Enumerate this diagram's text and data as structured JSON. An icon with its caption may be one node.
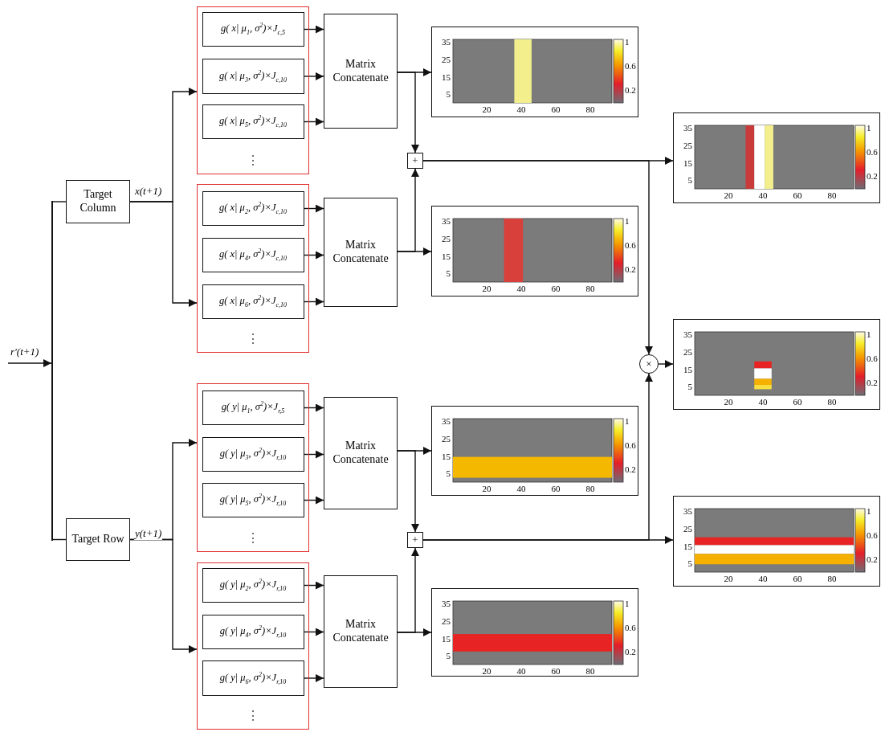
{
  "diagram": {
    "nodes": [
      {
        "text": [
          "Target Column"
        ]
      },
      {
        "text": [
          "Target Row"
        ]
      },
      {
        "text": [
          "⋮"
        ]
      },
      {
        "text": [
          "g( x| μ$_{1}$, σ$^{2}$)×J$_{c,5}$"
        ],
        "in": 2
      },
      {
        "text": [
          "g( x| μ$_{3}$, σ$^{2}$)×J$_{c,10}$"
        ],
        "in": 2
      },
      {
        "text": [
          "g( x| μ$_{5}$, σ$^{2}$)×J$_{c,10}$"
        ],
        "in": 2
      },
      {
        "text": [
          "⋮"
        ]
      },
      {
        "text": [
          "g( x| μ$_{2}$, σ$^{2}$)×J$_{c,10}$"
        ],
        "in": 6
      },
      {
        "text": [
          "g( x| μ$_{4}$, σ$^{2}$)×J$_{c,10}$"
        ],
        "in": 6
      },
      {
        "text": [
          "g( x| μ$_{6}$, σ$^{2}$)×J$_{c,10}$"
        ],
        "in": 6
      },
      {
        "text": [
          "Matrix Concatenate"
        ]
      },
      {
        "text": [
          "Matrix Concatenate"
        ]
      },
      {
        "text": [
          "35",
          "25",
          "15",
          "5",
          "20",
          "40",
          "60",
          "80",
          "1",
          "0.6",
          "0.2"
        ]
      },
      {
        "text": [
          "35",
          "25",
          "15",
          "5",
          "20",
          "40",
          "60",
          "80",
          "1",
          "0.6",
          "0.2"
        ]
      },
      {
        "text": [
          "+"
        ]
      },
      {
        "text": [
          "35",
          "25",
          "15",
          "5",
          "20",
          "40",
          "60",
          "80",
          "1",
          "0.6",
          "0.2"
        ]
      },
      {
        "text": [
          "×"
        ]
      },
      {
        "text": [
          "35",
          "25",
          "15",
          "5",
          "20",
          "40",
          "60",
          "80",
          "1",
          "0.6",
          "0.2"
        ]
      },
      {
        "text": [
          "⋮"
        ]
      },
      {
        "text": [
          "g( y| μ$_{1}$, σ$^{2}$)×J$_{r,5}$"
        ],
        "in": 18
      },
      {
        "text": [
          "g( y| μ$_{3}$, σ$^{2}$)×J$_{r,10}$"
        ],
        "in": 18
      },
      {
        "text": [
          "g( y| μ$_{5}$, σ$^{2}$)×J$_{r,10}$"
        ],
        "in": 18
      },
      {
        "text": [
          "⋮"
        ]
      },
      {
        "text": [
          "g( y| μ$_{2}$, σ$^{2}$)×J$_{r,10}$"
        ],
        "in": 22
      },
      {
        "text": [
          "g( y| μ$_{4}$, σ$^{2}$)×J$_{r,10}$"
        ],
        "in": 22
      },
      {
        "text": [
          "g( y| μ$_{6}$, σ$^{2}$)×J$_{r,10}$"
        ],
        "in": 22
      },
      {
        "text": [
          "Matrix Concatenate"
        ]
      },
      {
        "text": [
          "Matrix Concatenate"
        ]
      },
      {
        "text": [
          "35",
          "25",
          "15",
          "5",
          "20",
          "40",
          "60",
          "80",
          "1",
          "0.6",
          "0.2"
        ]
      },
      {
        "text": [
          "35",
          "25",
          "15",
          "5",
          "20",
          "40",
          "60",
          "80",
          "1",
          "0.6",
          "0.2"
        ]
      },
      {
        "text": [
          "+"
        ]
      },
      {
        "text": [
          "35",
          "25",
          "15",
          "5",
          "20",
          "40",
          "60",
          "80",
          "1",
          "0.6",
          "0.2"
        ]
      },
      {
        "text": [],
        "shape": "bar"
      }
    ],
    "edges": [
      {
        "from": null,
        "to": 32,
        "arrow": "to",
        "label": "r'(t+1)"
      },
      {
        "from": 32,
        "to": 0,
        "arrow": "none"
      },
      {
        "from": 0,
        "to": 2,
        "arrow": "to",
        "label": "x(t+1)"
      },
      {
        "from": 0,
        "to": 6,
        "arrow": "to"
      },
      {
        "from": 1,
        "to": 18,
        "arrow": "to",
        "label": "y(t+1)"
      },
      {
        "from": 1,
        "to": 22,
        "arrow": "to"
      },
      {
        "from": 3,
        "to": 10,
        "arrow": "to"
      },
      {
        "from": 4,
        "to": 10,
        "arrow": "to"
      },
      {
        "from": 5,
        "to": 10,
        "arrow": "to"
      },
      {
        "from": 7,
        "to": 11,
        "arrow": "to"
      },
      {
        "from": 8,
        "to": 11,
        "arrow": "to"
      },
      {
        "from": 9,
        "to": 11,
        "arrow": "to"
      },
      {
        "from": 19,
        "to": 26,
        "arrow": "to"
      },
      {
        "from": 20,
        "to": 26,
        "arrow": "to"
      },
      {
        "from": 21,
        "to": 26,
        "arrow": "to"
      },
      {
        "from": 23,
        "to": 27,
        "arrow": "to"
      },
      {
        "from": 24,
        "to": 27,
        "arrow": "to"
      },
      {
        "from": 25,
        "to": 27,
        "arrow": "to"
      },
      {
        "from": 10,
        "to": 12,
        "arrow": "to"
      },
      {
        "from": 10,
        "to": 14,
        "arrow": "to"
      },
      {
        "from": 11,
        "to": 13,
        "arrow": "to"
      },
      {
        "from": 11,
        "to": 14,
        "arrow": "to"
      },
      {
        "from": 14,
        "to": 15,
        "arrow": "to"
      },
      {
        "from": 14,
        "to": 16,
        "arrow": "to"
      },
      {
        "from": 26,
        "to": 28,
        "arrow": "to"
      },
      {
        "from": 26,
        "to": 30,
        "arrow": "to"
      },
      {
        "from": 27,
        "to": 29,
        "arrow": "to"
      },
      {
        "from": 27,
        "to": 30,
        "arrow": "to"
      },
      {
        "from": 30,
        "to": 31,
        "arrow": "to"
      },
      {
        "from": 30,
        "to": 16,
        "arrow": "to"
      },
      {
        "from": 16,
        "to": 17,
        "arrow": "to"
      },
      {
        "from": 32,
        "to": 1,
        "arrow": "none"
      }
    ]
  }
}
